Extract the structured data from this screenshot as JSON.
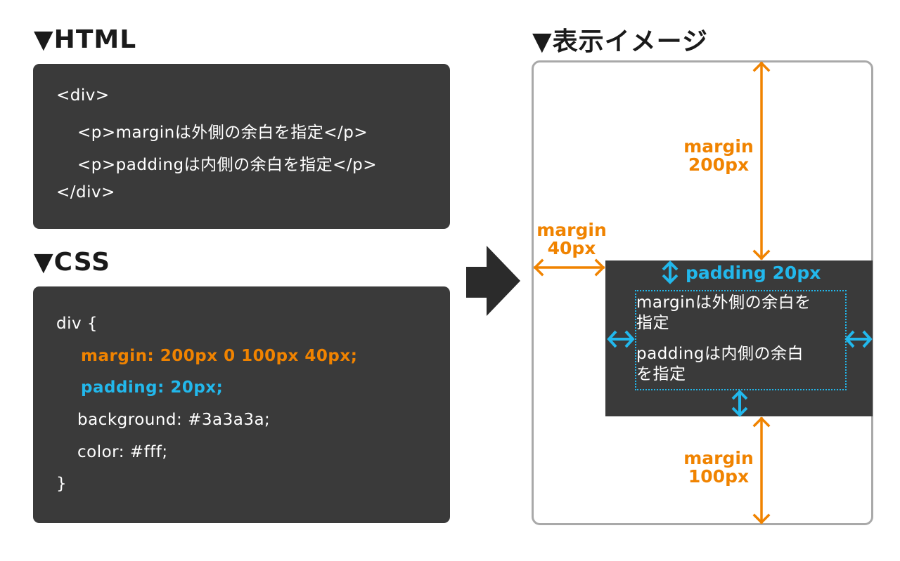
{
  "html_section": {
    "heading": "▼HTML",
    "lines": [
      "<div>",
      "<p>marginは外側の余白を指定</p>",
      "<p>paddingは内側の余白を指定</p>",
      "</div>"
    ]
  },
  "css_section": {
    "heading": "▼CSS",
    "lines": [
      "div {",
      "margin: 200px 0 100px 40px;",
      "padding: 20px;",
      "background: #3a3a3a;",
      "color: #fff;",
      "}"
    ]
  },
  "display_section": {
    "heading": "▼表示イメージ",
    "margin_top_label": [
      "margin",
      "200px"
    ],
    "margin_left_label": [
      "margin",
      "40px"
    ],
    "margin_bottom_label": [
      "margin",
      "100px"
    ],
    "padding_label": "padding 20px",
    "paragraphs": [
      [
        "marginは外側の余白を",
        "指定"
      ],
      [
        "paddingは内側の余白",
        "を指定"
      ]
    ]
  },
  "colors": {
    "margin": "#f08300",
    "padding": "#22b8ec",
    "box": "#3a3a3a"
  }
}
